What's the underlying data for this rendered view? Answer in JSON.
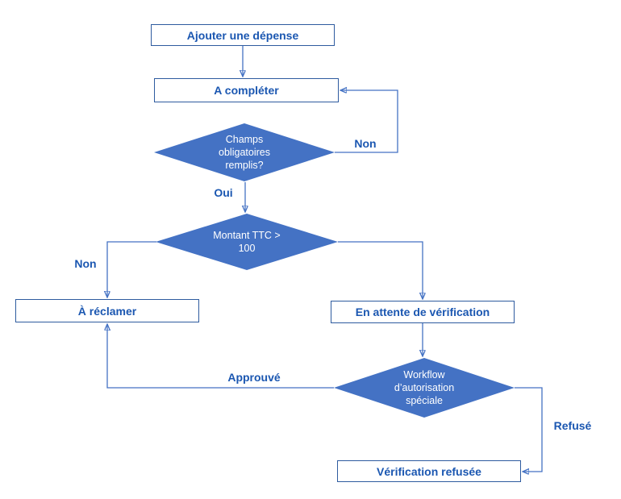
{
  "diagram": {
    "type": "flowchart",
    "colors": {
      "node_border": "#2E5B9F",
      "node_fill": "#FFFFFF",
      "node_text": "#1B57B1",
      "decision_fill": "#4472C4",
      "decision_text": "#FFFFFF",
      "connector": "#4472C4",
      "edge_label_text": "#1B57B1",
      "background": "#FFFFFF"
    },
    "nodes": {
      "start": {
        "label": "Ajouter une dépense"
      },
      "a_completer": {
        "label": "A compléter"
      },
      "champs_obligatoires": {
        "lines": [
          "Champs",
          "obligatoires",
          "remplis?"
        ]
      },
      "montant_ttc": {
        "lines": [
          "Montant TTC >",
          "100"
        ]
      },
      "a_reclamer": {
        "label": "À réclamer"
      },
      "en_attente": {
        "label": "En attente de vérification"
      },
      "workflow_autorisation": {
        "lines": [
          "Workflow",
          "d’autorisation",
          "spéciale"
        ]
      },
      "verification_refusee": {
        "label": "Vérification refusée"
      }
    },
    "edge_labels": {
      "non_top": "Non",
      "oui": "Oui",
      "non_left": "Non",
      "approuve": "Approuvé",
      "refuse": "Refusé"
    }
  }
}
